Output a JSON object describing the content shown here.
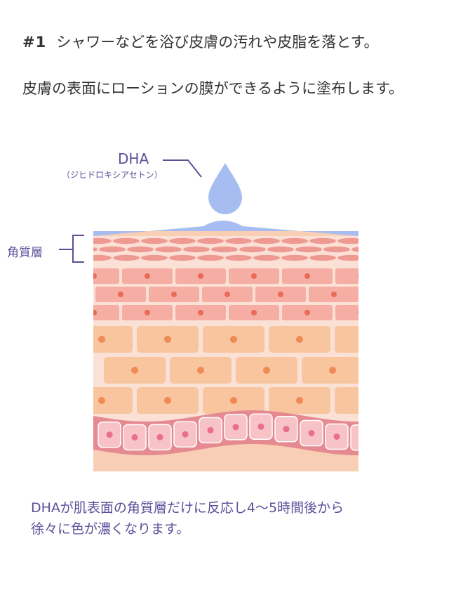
{
  "step": {
    "number": "#1",
    "text": "シャワーなどを浴び皮膚の汚れや皮脂を落とす。"
  },
  "description": "皮膚の表面にローションの膜ができるように塗布します。",
  "labels": {
    "dha": "DHA",
    "dha_sub": "（ジヒドロキシアセトン）",
    "stratum_corneum": "角質層"
  },
  "caption": {
    "line1": "DHAが肌表面の角質層だけに反応し4～5時間後から",
    "line2": "徐々に色が濃くなります。"
  },
  "colors": {
    "accent": "#5b4f99",
    "lotion": "#a7bdf2",
    "corneum_cell": "#ee9a93",
    "pink_cell": "#f6ada3",
    "orange_cell": "#f8c59e",
    "basal_cell": "#f7c3c7",
    "basal_line": "#e58a91",
    "dermis": "#f8cfb4",
    "nucleus_pink": "#ea6b58",
    "nucleus_orange": "#ef8a55",
    "nucleus_basal": "#e96f8e"
  }
}
